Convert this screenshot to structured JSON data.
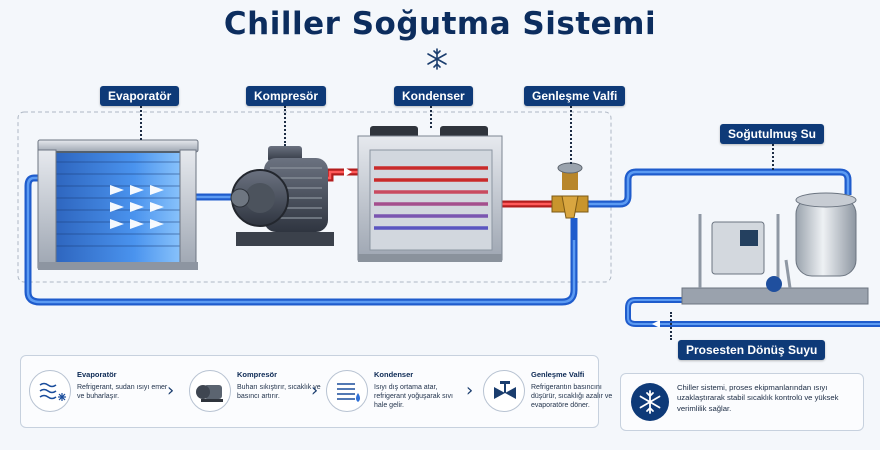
{
  "title": "Chiller Soğutma Sistemi",
  "labels": {
    "evaporator": "Evaporatör",
    "compressor": "Kompresör",
    "condenser": "Kondenser",
    "valve": "Genleşme Valfi",
    "chilled_water": "Soğutulmuş Su",
    "return_water": "Prosesten Dönüş Suyu"
  },
  "steps": [
    {
      "title": "Evaporatör",
      "desc": "Refrigerant, sudan ısıyı emer ve buharlaşır.",
      "icon": "evaporator-icon"
    },
    {
      "title": "Kompresör",
      "desc": "Buharı sıkıştırır, sıcaklık ve basıncı artırır.",
      "icon": "compressor-icon"
    },
    {
      "title": "Kondenser",
      "desc": "Isıyı dış ortama atar, refrigerant yoğuşarak sıvı hale gelir.",
      "icon": "condenser-icon"
    },
    {
      "title": "Genleşme Valfi",
      "desc": "Refrigerantın basıncını düşürür, sıcaklığı azalır ve evaporatöre döner.",
      "icon": "valve-icon"
    }
  ],
  "note": "Chiller sistemi, proses ekipmanlarından ısıyı uzaklaştırarak stabil sıcaklık kontrolü ve yüksek verimlilik sağlar.",
  "colors": {
    "navy": "#0e3a78",
    "cold_pipe": "#2d6fd6",
    "hot_pipe": "#d62b2b",
    "accent": "#1a4d9c"
  }
}
